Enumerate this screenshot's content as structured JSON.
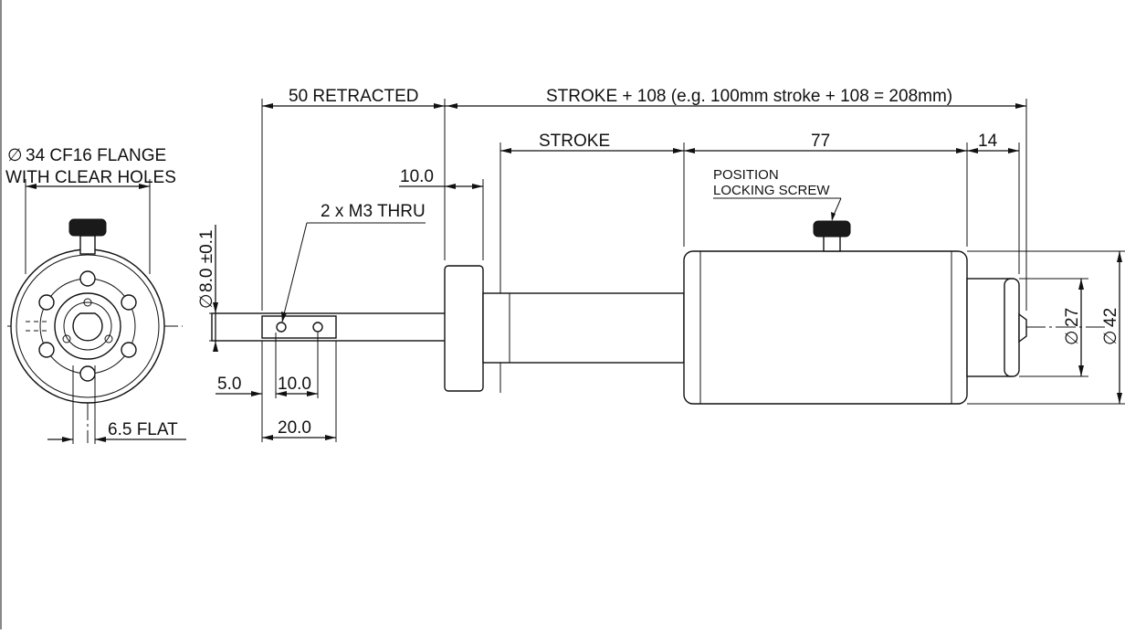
{
  "labels": {
    "flange_line1": "34 CF16 FLANGE",
    "flange_line2": "WITH CLEAR HOLES",
    "flat": "6.5 FLAT",
    "retracted": "50 RETRACTED",
    "stroke_total": "STROKE + 108 (e.g. 100mm stroke + 108 = 208mm)",
    "stroke": "STROKE",
    "dim_77": "77",
    "dim_14": "14",
    "dim_10_flange": "10.0",
    "m3": "2 x M3 THRU",
    "position_line1": "POSITION",
    "position_line2": "LOCKING SCREW",
    "dia_shaft": "8.0 ±0.1",
    "dim_5": "5.0",
    "dim_10_holes": "10.0",
    "dim_20": "20.0",
    "dia_27": "27",
    "dia_42": "42",
    "diameter_symbol": "∅"
  },
  "colors": {
    "line": "#111111",
    "background": "#ffffff",
    "knob": "#1a1a1a"
  }
}
